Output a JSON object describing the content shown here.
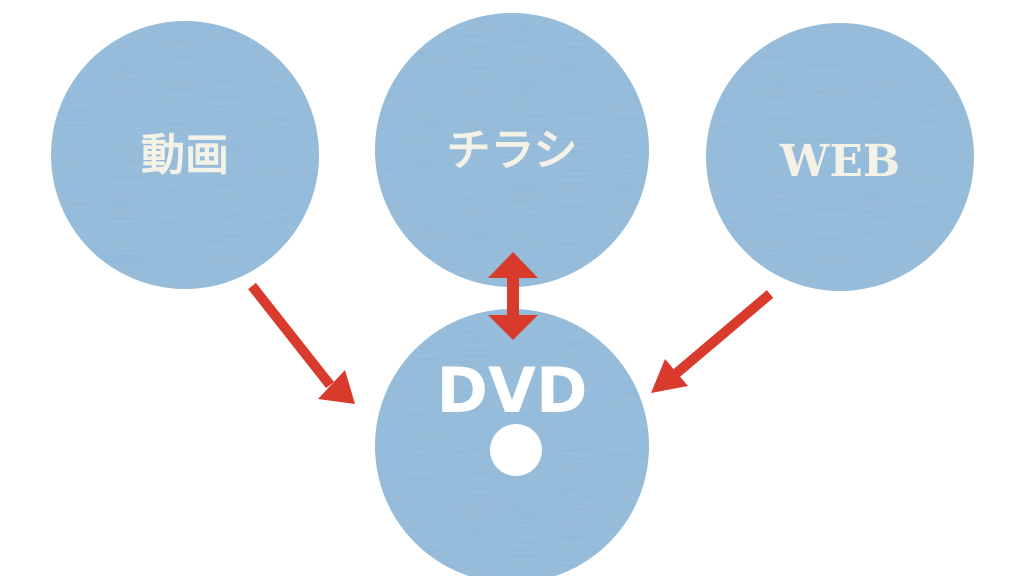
{
  "nodes": {
    "video": {
      "label": "動画"
    },
    "flyer": {
      "label": "チラシ"
    },
    "web": {
      "label": "WEB"
    },
    "dvd": {
      "label": "DVD"
    }
  },
  "colors": {
    "circle_fill": "#8fb8d8",
    "circle_texture": "#7fa9cc",
    "label_text": "#f4f1e6",
    "dvd_label_text": "#ffffff",
    "arrow": "#d83a2c",
    "disc_hole": "#ffffff"
  },
  "arrows": [
    {
      "from": "video",
      "to": "dvd",
      "direction": "one-way"
    },
    {
      "from": "web",
      "to": "dvd",
      "direction": "one-way"
    },
    {
      "from": "flyer",
      "to": "dvd",
      "direction": "two-way"
    }
  ]
}
